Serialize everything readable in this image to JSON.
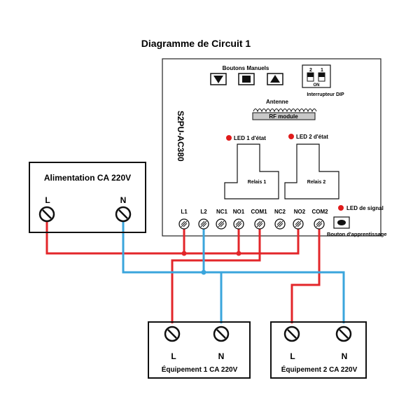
{
  "title": "Diagramme de Circuit 1",
  "controller": {
    "model": "S2PU-AC380",
    "manual_buttons_label": "Boutons Manuels",
    "dip": {
      "label": "Interrupteur DIP",
      "pos1": "1",
      "pos2": "2",
      "on_label": "ON"
    },
    "antenna_label": "Antenne",
    "rf_module_label": "RF module",
    "led1_label": "LED 1 d'état",
    "led2_label": "LED 2 d'état",
    "relay1_label": "Relais 1",
    "relay2_label": "Relais 2",
    "signal_led_label": "LED de signal",
    "learn_button_label": "Bouton d'apprentissage",
    "terminals": [
      "L1",
      "L2",
      "NC1",
      "NO1",
      "COM1",
      "NC2",
      "NO2",
      "COM2"
    ]
  },
  "power": {
    "title": "Alimentation CA 220V",
    "l_label": "L",
    "n_label": "N"
  },
  "equipment1": {
    "title": "Équipement 1 CA 220V",
    "l_label": "L",
    "n_label": "N"
  },
  "equipment2": {
    "title": "Équipement 2 CA 220V",
    "l_label": "L",
    "n_label": "N"
  },
  "colors": {
    "live": "#e3262a",
    "neutral": "#3aa5dc",
    "led": "#e01b1b"
  }
}
